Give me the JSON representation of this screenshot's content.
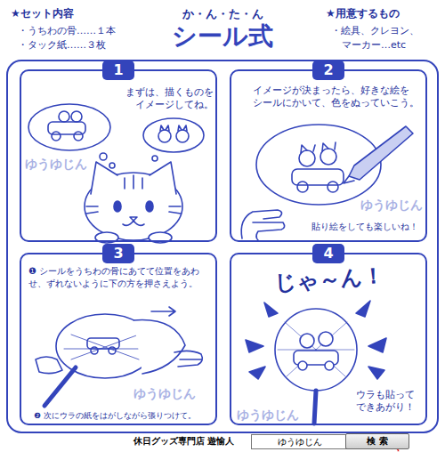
{
  "diagram": {
    "title": "シール式",
    "nodes": [
      {
        "text": [
          "1",
          "まずは、描くものを イメージしてね。"
        ]
      },
      {
        "text": [
          "2",
          "イメージが決まったら、好きな絵を シールにかいて、色をぬっていこう。",
          "貼り絵をしても楽しいね！"
        ]
      },
      {
        "text": [
          "3",
          "❶ シールをうちわの骨にあてて位置をあわせ、ずれないように下の方を押さえよう。",
          "❷ 次にウラの紙をはがしながら張りつけて。"
        ]
      },
      {
        "text": [
          "4",
          "じゃ～ん！",
          "ウラも貼って できあがり！"
        ]
      },
      {
        "text": [
          "ゆうゆじん"
        ]
      },
      {
        "text": [
          "検 索"
        ]
      }
    ],
    "labels": [
      "★セット内容",
      "・うちわの骨……１本",
      "・タック紙……３枚",
      "か・ん・た・ん",
      "★用意するもの",
      "・絵具、クレヨン、",
      "マーカー…etc",
      "ゆうゆじん",
      "ゆうゆじん",
      "ゆうゆじん",
      "ゆうゆじん",
      "休日グッズ専門店 遊愉人"
    ]
  }
}
